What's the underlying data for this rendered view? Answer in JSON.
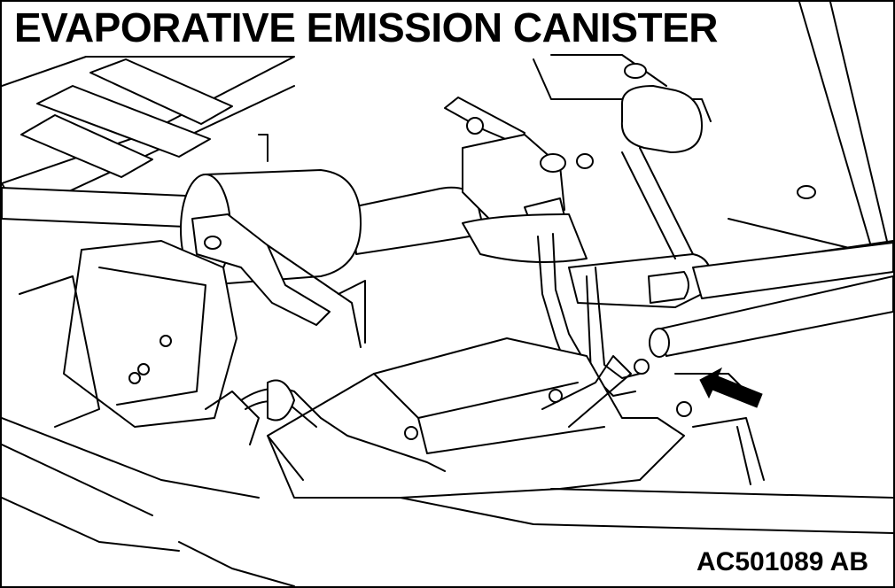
{
  "diagram": {
    "title": "EVAPORATIVE EMISSION CANISTER",
    "figure_code": "AC501089 AB",
    "components": [
      {
        "icon": "underbody-frame-drawing"
      },
      {
        "icon": "fuel-filter-cylinder-drawing"
      },
      {
        "icon": "purge-solenoid-valve-drawing"
      },
      {
        "icon": "evaporative-canister-drawing"
      },
      {
        "icon": "vapor-hose-drawing"
      },
      {
        "icon": "location-arrow"
      }
    ],
    "colors": {
      "line": "#000000",
      "background": "#ffffff"
    }
  }
}
